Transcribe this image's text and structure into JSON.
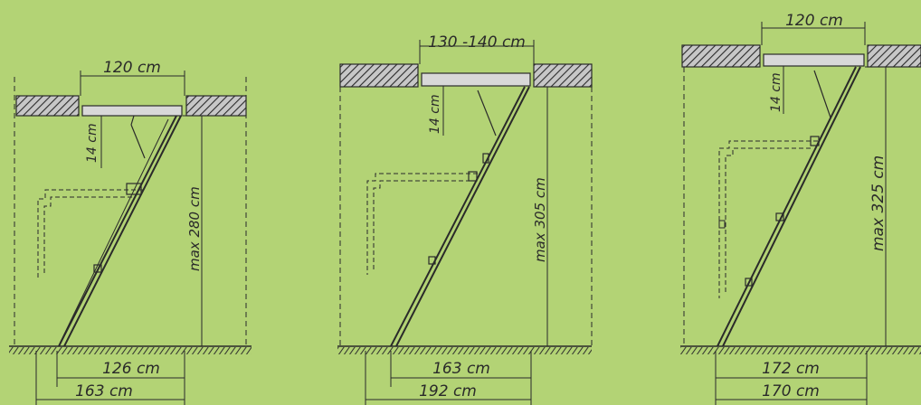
{
  "colors": {
    "background": "#b3d375",
    "line": "#2a2a2a",
    "hatch_fill": "#c7c7c7",
    "opening": "#d8d8d8"
  },
  "diagrams": [
    {
      "opening": "120 cm",
      "frame_depth": "14 cm",
      "max_height": "max 280 cm",
      "reach_inner": "126 cm",
      "reach_outer": "163 cm"
    },
    {
      "opening": "130 -140 cm",
      "frame_depth": "14 cm",
      "max_height": "max 305 cm",
      "reach_inner": "163 cm",
      "reach_outer": "192 cm"
    },
    {
      "opening": "120 cm",
      "frame_depth": "14 cm",
      "max_height": "max 325 cm",
      "reach_inner": "172 cm",
      "reach_outer": "170 cm"
    }
  ]
}
